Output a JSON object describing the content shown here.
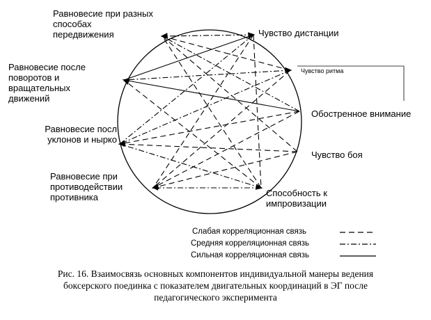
{
  "nodes": {
    "left_1": "Равновесие при разных\nспособах\nпередвижения",
    "left_2": "Равновесие после\nповоротов и\nвращательных\nдвижений",
    "left_3": "Равновесие посл\nуклонов и нырко",
    "left_4": "Равновесие при\nпротиводействии\nпротивника",
    "right_1": "Чувство дистанции",
    "right_2": "Чувство ритма",
    "right_3": "Обостренное внимание",
    "right_4": "Чувство боя",
    "right_5": "Способность  к\nимпровизации"
  },
  "legend": {
    "weak": "Слабая корреляционная связь",
    "medium": "Средняя корреляционная связь",
    "strong": "Сильная корреляционная связь"
  },
  "caption": "Рис. 16.  Взаимосвязь основных компонентов индивидуальной манеры ведения\nбоксерского поединка с показателем двигательных координаций в ЭГ после\nпедагогического эксперимента"
}
